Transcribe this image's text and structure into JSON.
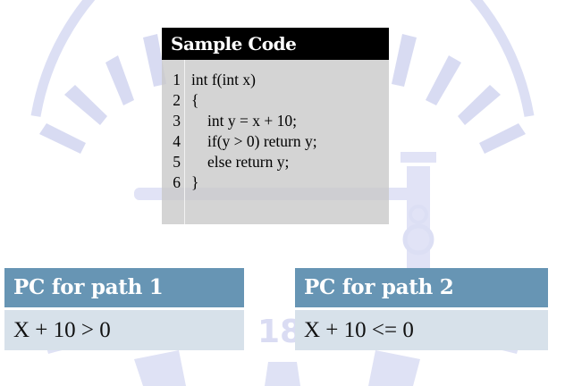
{
  "sample_code": {
    "title": "Sample Code",
    "lines": [
      {
        "no": "1",
        "code": "int f(int x)"
      },
      {
        "no": "2",
        "code": "{"
      },
      {
        "no": "3",
        "code": "int y = x + 10;"
      },
      {
        "no": "4",
        "code": "if(y > 0) return y;"
      },
      {
        "no": "5",
        "code": "else return y;"
      },
      {
        "no": "6",
        "code": "}"
      }
    ]
  },
  "path1": {
    "title": "PC for path 1",
    "condition": "X + 10 > 0"
  },
  "path2": {
    "title": "PC for path 2",
    "condition": "X + 10 <= 0"
  },
  "watermark": {
    "text": "18"
  },
  "colors": {
    "header_bg": "#000000",
    "code_bg": "#c8c8c8",
    "pc_title_bg": "#6795b4",
    "pc_body_bg": "#d7e1ea",
    "watermark": "#dadcf3"
  }
}
